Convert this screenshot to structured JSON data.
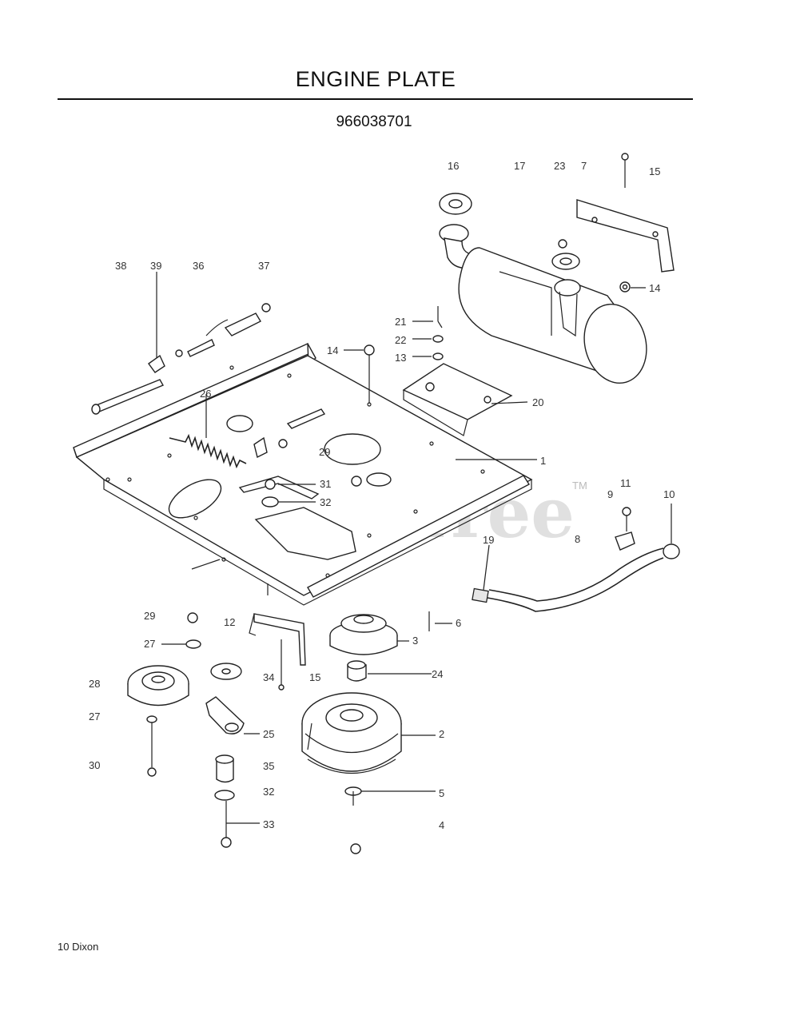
{
  "page": {
    "title": "ENGINE PLATE",
    "part_number": "966038701",
    "footer": "10  Dixon"
  },
  "watermark": {
    "text": "PartsTree",
    "trademark": "TM"
  },
  "callouts": {
    "c16": "16",
    "c17": "17",
    "c23": "23",
    "c7": "7",
    "c15a": "15",
    "c14a": "14",
    "c38": "38",
    "c39": "39",
    "c36": "36",
    "c37": "37",
    "c21": "21",
    "c22": "22",
    "c14b": "14",
    "c13": "13",
    "c20": "20",
    "c26": "26",
    "c29a": "29",
    "c1": "1",
    "c31": "31",
    "c32a": "32",
    "c9": "9",
    "c11": "11",
    "c10": "10",
    "c8": "8",
    "c19": "19",
    "c29b": "29",
    "c12": "12",
    "c27a": "27",
    "c6": "6",
    "c3": "3",
    "c28": "28",
    "c34": "34",
    "c15b": "15",
    "c24": "24",
    "c27b": "27",
    "c25": "25",
    "c2": "2",
    "c30": "30",
    "c35": "35",
    "c32b": "32",
    "c5": "5",
    "c33": "33",
    "c4": "4"
  }
}
